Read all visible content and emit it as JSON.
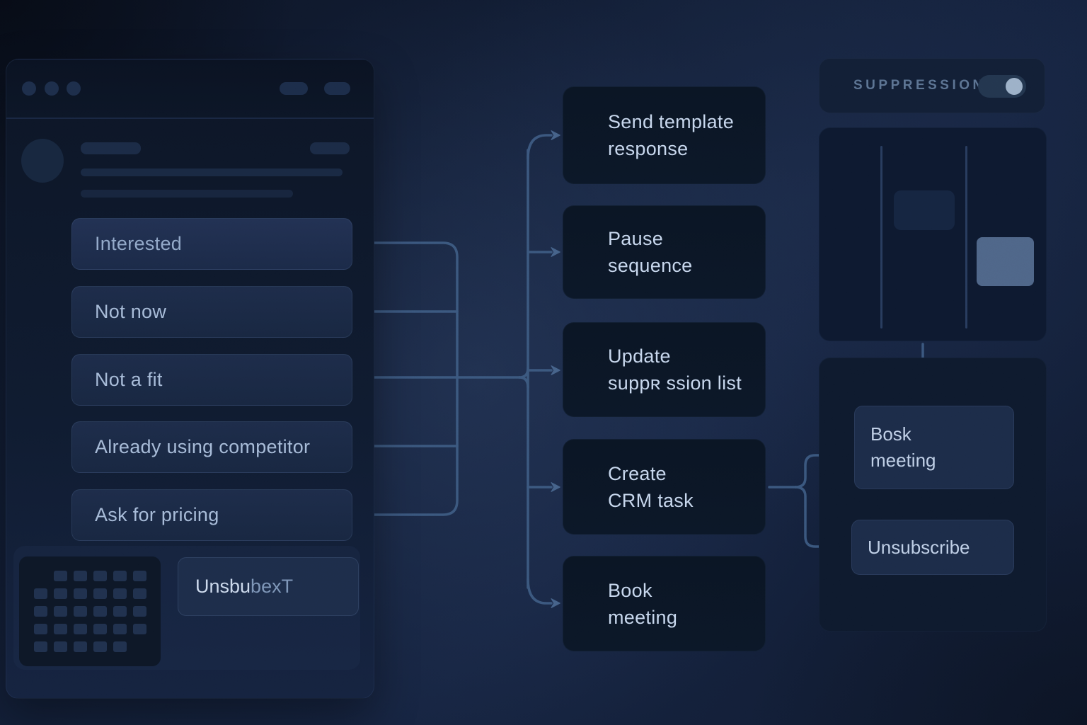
{
  "palette": {
    "background": "#13203a",
    "window_bg": "#0c1526",
    "chip_fill": "#1c2b48",
    "node_fill": "#0a1523",
    "connector": "#3e5c84",
    "arrowhead": "#4a6890",
    "text_primary": "#c7d7ed",
    "text_secondary": "#a7bbd8",
    "muted_label": "#5c7493",
    "toggle_track": "#23364f",
    "toggle_knob": "#9db1c8"
  },
  "window": {
    "reply_chips": [
      {
        "label": "Interested"
      },
      {
        "label": "Not now"
      },
      {
        "label": "Not a fit"
      },
      {
        "label": "Already using competitor"
      },
      {
        "label": "Ask for pricing"
      }
    ],
    "unsubscribe_chip": {
      "part1": "Unsbu",
      "part2": "bexT"
    }
  },
  "actions": [
    {
      "line1": "Send template",
      "line2": "response"
    },
    {
      "line1": "Pause",
      "line2": "sequence"
    },
    {
      "line1": "Update",
      "line2": "suppʀ ssion list"
    },
    {
      "line1": "Create",
      "line2": "CRM task"
    },
    {
      "line1": "Book",
      "line2": "meeting"
    }
  ],
  "suppression": {
    "label": "SUPPRESSION",
    "toggle_state": "on"
  },
  "outcomes": [
    {
      "line1": "Bosk",
      "line2": "meeting"
    },
    {
      "line1": "Unsubscribe",
      "line2": ""
    }
  ],
  "mini_grid": {
    "pattern": [
      "011111",
      "111111",
      "111111",
      "111111",
      "111110"
    ]
  }
}
